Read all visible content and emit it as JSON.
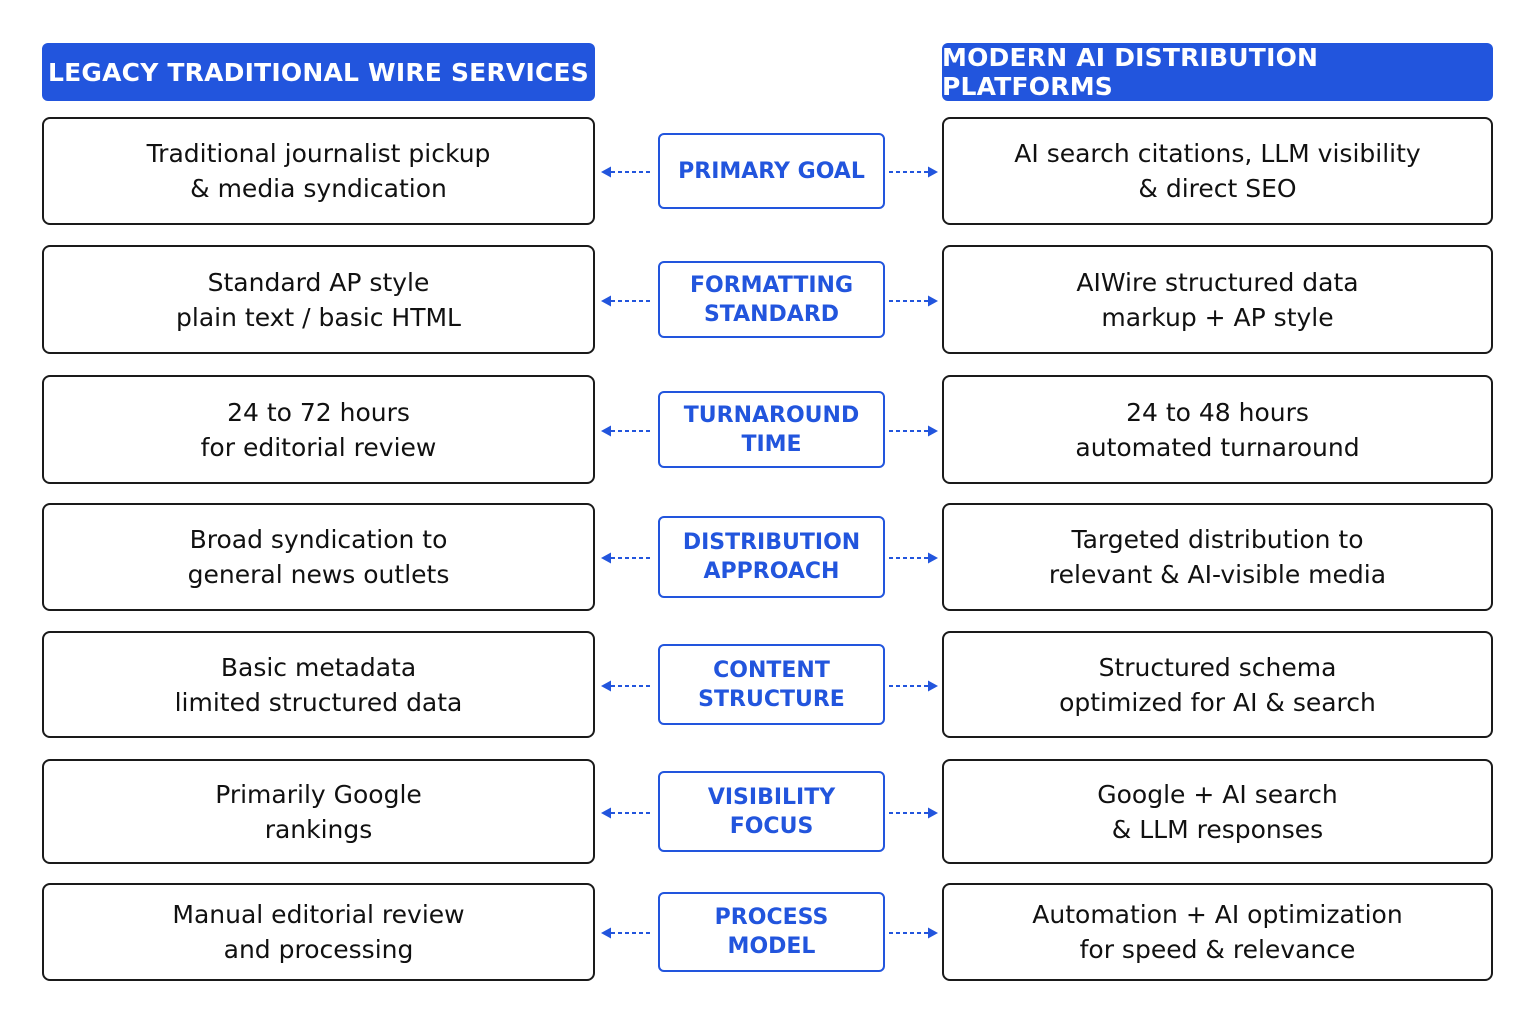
{
  "headers": {
    "left": "LEGACY TRADITIONAL WIRE SERVICES",
    "right": "MODERN AI DISTRIBUTION PLATFORMS"
  },
  "colors": {
    "accent": "#2255dd",
    "border": "#1a1a1a",
    "text": "#111111"
  },
  "rows": [
    {
      "label": [
        "PRIMARY GOAL"
      ],
      "legacy": [
        "Traditional journalist pickup",
        "& media syndication"
      ],
      "modern": [
        "AI search citations, LLM visibility",
        "& direct SEO"
      ]
    },
    {
      "label": [
        "FORMATTING",
        "STANDARD"
      ],
      "legacy": [
        "Standard AP style",
        "plain text / basic HTML"
      ],
      "modern": [
        "AIWire structured data",
        "markup + AP style"
      ]
    },
    {
      "label": [
        "TURNAROUND",
        "TIME"
      ],
      "legacy": [
        "24 to 72 hours",
        "for editorial review"
      ],
      "modern": [
        "24 to 48 hours",
        "automated turnaround"
      ]
    },
    {
      "label": [
        "DISTRIBUTION",
        "APPROACH"
      ],
      "legacy": [
        "Broad syndication to",
        "general news outlets"
      ],
      "modern": [
        "Targeted distribution to",
        "relevant & AI-visible media"
      ]
    },
    {
      "label": [
        "CONTENT",
        "STRUCTURE"
      ],
      "legacy": [
        "Basic metadata",
        "limited structured data"
      ],
      "modern": [
        "Structured schema",
        "optimized for AI & search"
      ]
    },
    {
      "label": [
        "VISIBILITY",
        "FOCUS"
      ],
      "legacy": [
        "Primarily Google",
        "rankings"
      ],
      "modern": [
        "Google + AI search",
        "& LLM responses"
      ]
    },
    {
      "label": [
        "PROCESS",
        "MODEL"
      ],
      "legacy": [
        "Manual editorial review",
        "and processing"
      ],
      "modern": [
        "Automation + AI optimization",
        "for speed & relevance"
      ]
    }
  ]
}
